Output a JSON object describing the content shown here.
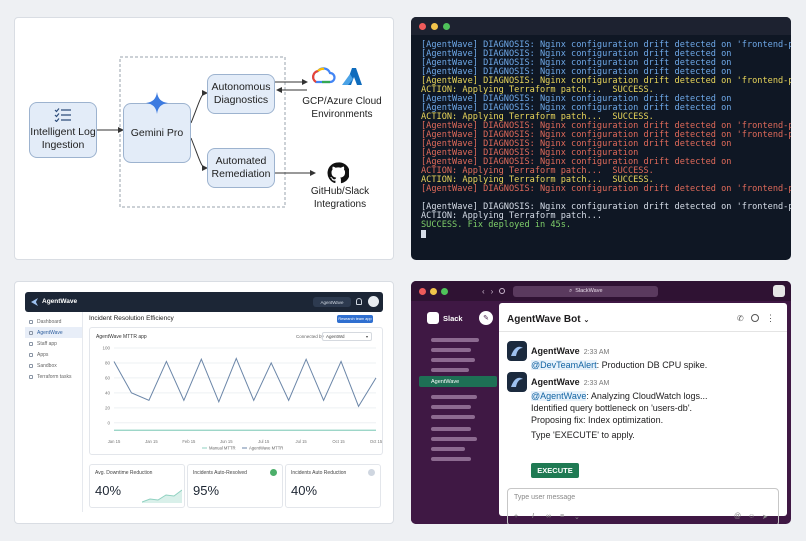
{
  "diagram": {
    "nodes": {
      "ingestion": "Intelligent Log Ingestion",
      "gemini": "Gemini Pro",
      "diagnostics": "Autonomous Diagnostics",
      "remediation": "Automated Remediation"
    },
    "targets": {
      "cloud": "GCP/Azure Cloud Environments",
      "github": "GitHub/Slack Integrations"
    },
    "colors": {
      "node_fill": "#e3ecf8",
      "node_border": "#9db3cf",
      "gemini_star": "#3d7be0"
    }
  },
  "terminal": {
    "lines": [
      {
        "text": "[AgentWave] DIAGNOSIS: Nginx configuration drift detected on 'frontend-prod'.",
        "color": "blue"
      },
      {
        "text": "[AgentWave] DIAGNOSIS: Nginx configuration drift detected on",
        "color": "blue"
      },
      {
        "text": "[AgentWave] DIAGNOSIS: Nginx configuration drift detected on",
        "color": "blue"
      },
      {
        "text": "[AgentWave] DIAGNOSIS: Nginx configuration drift detected on",
        "color": "blue"
      },
      {
        "text": "[AgentWave] DIAGNOSIS: Nginx configuration drift detected on 'frontend-prod'.",
        "color": "yellow"
      },
      {
        "text": "ACTION: Applying Terraform patch...  SUCCESS.",
        "color": "yellow"
      },
      {
        "text": "[AgentWave] DIAGNOSIS: Nginx configuration drift detected on",
        "color": "blue"
      },
      {
        "text": "[AgentWave] DIAGNOSIS: Nginx configuration drift detected on",
        "color": "blue"
      },
      {
        "text": "ACTION: Applying Terraform patch...  SUCCESS.",
        "color": "yellow"
      },
      {
        "text": "[AgentWave] DIAGNOSIS: Nginx configuration drift detected on 'frontend-prod'.",
        "color": "red"
      },
      {
        "text": "[AgentWave] DIAGNOSIS: Nginx configuration drift detected on 'frontend-prod'.",
        "color": "red"
      },
      {
        "text": "[AgentWave] DIAGNOSIS: Nginx configuration drift detected on",
        "color": "red"
      },
      {
        "text": "[AgentWave] DIAGNOSIS: Nginx configuration",
        "color": "red"
      },
      {
        "text": "[AgentWave] DIAGNOSIS: Nginx configuration drift detected on",
        "color": "red"
      },
      {
        "text": "ACTION: Applying Terraform patch...  SUCCESS.",
        "color": "red"
      },
      {
        "text": "ACTION: Applying Terraform patch...  SUCCESS.",
        "color": "yellow"
      },
      {
        "text": "[AgentWave] DIAGNOSIS: Nginx configuration drift detected on 'frontend-prod'.",
        "color": "red"
      },
      {
        "text": "",
        "color": "white"
      },
      {
        "text": "[AgentWave] DIAGNOSIS: Nginx configuration drift detected on 'frontend-prod'.",
        "color": "white"
      },
      {
        "text": "ACTION: Applying Terraform patch...",
        "color": "white"
      },
      {
        "text": "SUCCESS. Fix deployed in 45s.",
        "color": "green"
      }
    ],
    "colors": {
      "blue": "#6ea8e8",
      "yellow": "#e8d55a",
      "red": "#e06a5a",
      "green": "#7fcf6a",
      "white": "#d6dde8"
    }
  },
  "dashboard": {
    "brand": "AgentWave",
    "user_badge": "AgentWave",
    "sidebar": [
      "Dashboard",
      "AgentWave",
      "Staff app",
      "Apps",
      "Sandbox",
      "Terraform tasks"
    ],
    "active_index": 1,
    "page_title": "Incident Resolution Efficiency",
    "action_button": "Research team app",
    "chart_title": "AgentWave MTTR app",
    "select_label": "Connected by",
    "select_value": "AgentWd",
    "chart_data": {
      "type": "line",
      "x": [
        "Jan 15",
        "Jan 15",
        "Feb 15",
        "Jun 15",
        "Jul 15",
        "Jul 15",
        "Oct 15",
        "Oct 15"
      ],
      "ylim": [
        0,
        100
      ],
      "yticks": [
        0,
        20,
        40,
        60,
        80,
        100
      ],
      "series": [
        {
          "name": "AgentWave MTTR",
          "values": [
            82,
            40,
            30,
            82,
            30,
            85,
            28,
            86,
            30,
            80,
            30,
            85,
            30,
            82,
            22,
            60
          ]
        },
        {
          "name": "Manual MTTR",
          "values": [
            -10,
            -10,
            -10,
            -10,
            -10,
            -10,
            -10,
            -10,
            -10,
            -10,
            -10,
            -10,
            -10,
            -10,
            -10,
            -10
          ]
        }
      ],
      "legend": [
        "Manual MTTR",
        "AgentWave MTTR"
      ],
      "colors": {
        "line": "#6b86a8",
        "flat": "#8fd1c0"
      }
    },
    "kpis": [
      {
        "label": "Avg. Downtime Reduction",
        "value": "40%"
      },
      {
        "label": "Incidents Auto-Resolved",
        "value": "95%"
      },
      {
        "label": "Incidents Auto Reduction",
        "value": "40%"
      }
    ]
  },
  "slack": {
    "search": "SlackWave",
    "workspace": "Slack",
    "channel_active": "AgentWave",
    "channel_title": "AgentWave Bot",
    "messages": [
      {
        "name": "AgentWave",
        "time": "2:33 AM",
        "mention": "@DevTeamAlert",
        "text": ": Production DB CPU spike."
      },
      {
        "name": "AgentWave",
        "time": "2:33 AM",
        "mention": "@AgentWave",
        "text": ": Analyzing CloudWatch logs...",
        "extra": [
          "Identified query bottleneck on 'users-db'.",
          "Proposing fix: Index optimization.",
          "Type 'EXECUTE' to apply."
        ]
      }
    ],
    "header_bot_name": "AgentWave Bot",
    "execute_button": "EXECUTE",
    "composer_placeholder": "Type user message",
    "colors": {
      "aubergine": "#3f1844",
      "execute": "#1f7a53",
      "link": "#1264a3"
    }
  }
}
